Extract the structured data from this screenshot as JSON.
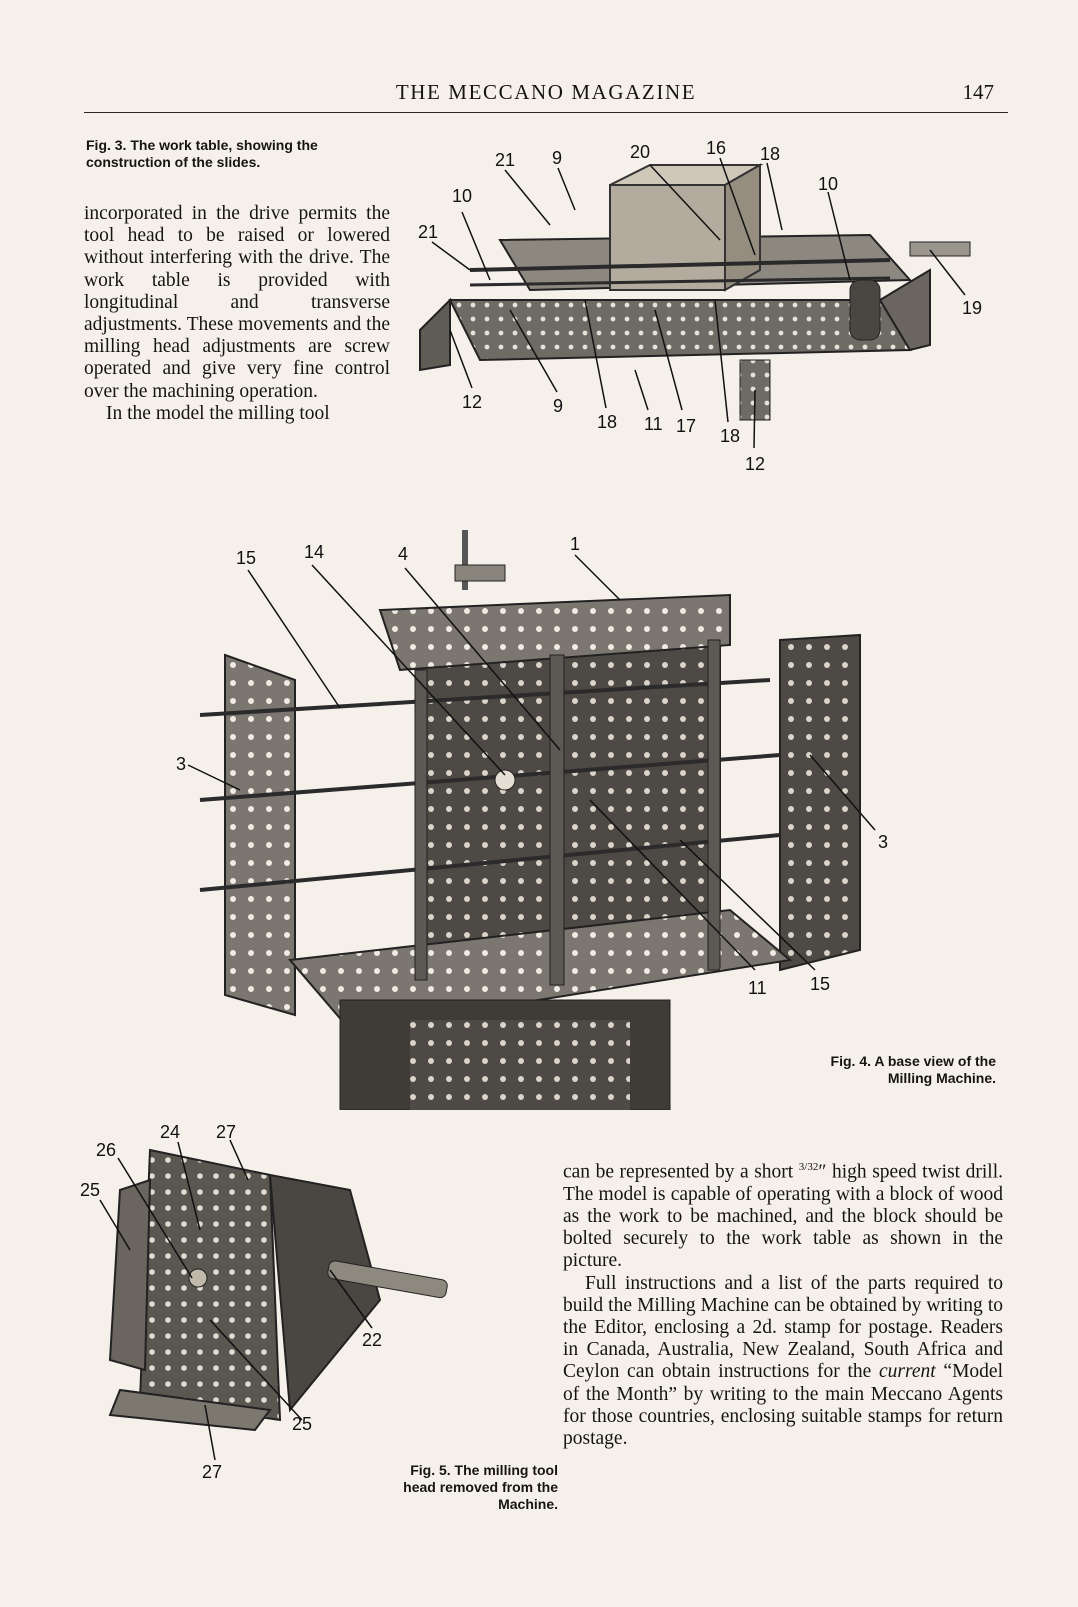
{
  "header": {
    "title": "THE MECCANO MAGAZINE",
    "page_number": "147"
  },
  "fig3": {
    "caption": "Fig. 3. The work table, showing the construction of the slides.",
    "labels": [
      "21",
      "9",
      "20",
      "16",
      "18",
      "10",
      "10",
      "21",
      "19",
      "12",
      "9",
      "18",
      "11",
      "17",
      "18",
      "12"
    ]
  },
  "fig4": {
    "caption": "Fig. 4. A base view of the Milling Machine.",
    "labels": [
      "15",
      "14",
      "4",
      "1",
      "3",
      "3",
      "11",
      "15"
    ]
  },
  "fig5": {
    "caption": "Fig. 5. The milling tool head removed from the Machine.",
    "labels": [
      "24",
      "27",
      "26",
      "25",
      "22",
      "25",
      "27"
    ]
  },
  "text": {
    "para1": "incorporated in the drive permits the tool head to be raised or lowered without interfering with the drive. The work table is provided with longitudinal and transverse adjustments. These movements and the milling head adjustments are screw operated and give very fine control over the machining operation.",
    "para2": "In the model the milling tool",
    "para3_a": "can be represented by a short ",
    "para3_frac": "3/32",
    "para3_b": "″ high speed twist drill. The model is capable of operating with a block of wood as the work to be machined, and the block should be bolted securely to the work table as shown in the picture.",
    "para4_a": "Full instructions and a list of the parts required to build the Milling Machine can be obtained by writing to the Editor, enclosing a 2d. stamp for postage. Readers in Canada, Australia, New Zealand, South Africa and Ceylon can obtain instructions for the ",
    "para4_em": "current",
    "para4_b": " “Model of the Month” by writing to the main Meccano Agents for those countries, enclosing suitable stamps for return postage."
  }
}
